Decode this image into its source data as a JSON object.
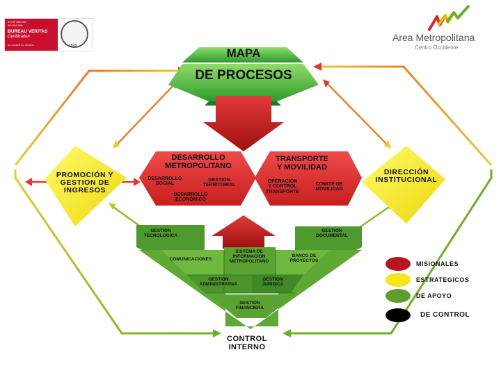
{
  "certification": {
    "lines": [
      "NTCGP 1000:2009",
      "ISO 9001:2008"
    ],
    "name": "BUREAU VERITAS",
    "subtitle": "Certification",
    "footer": "No. CO12345   No. CO12346",
    "seal_year": "1828",
    "accent_color": "#c8102e"
  },
  "brand": {
    "name": "Area Metropolitana",
    "subtitle": "Centro Occidente",
    "colors": [
      "#e31e24",
      "#f2b705",
      "#6ab023"
    ]
  },
  "header": {
    "title_line1": "MAPA",
    "title_line2": "DE PROCESOS"
  },
  "strategic": {
    "left": "PROMOCIÓN Y\nGESTION DE\nINGRESOS",
    "right": "DIRECCIÓN\nINSTITUCIONAL"
  },
  "missional": {
    "left": {
      "title": "DESARROLLO\nMETROPOLITANO",
      "items": [
        "DESARROLLO\nSOCIAL",
        "GESTION\nTERRITORIAL",
        "DESARROLLO\nECONOMICO"
      ]
    },
    "right": {
      "title": "TRANSPORTE\nY MOVILIDAD",
      "items": [
        "OPERACIÓN\nY CONTROL\nTRANSPORTE",
        "COMITÉ DE\nMOVILIDAD"
      ]
    }
  },
  "support": {
    "items": [
      "GESTION\nTECNOLOGICA",
      "GESTION\nDOCUMENTAL",
      "COMUNICACIONES",
      "SISTEMA DE\nINFORMACION\nMETROPOLITANO",
      "BANCO DE\nPROYECTOS",
      "GESTION\nADMINISTRATIVA",
      "GESTION\nJURIDICA",
      "GESTION\nFINANCIERA"
    ]
  },
  "control": {
    "label": "CONTROL\nINTERNO"
  },
  "legend": {
    "items": [
      {
        "label": "MISIONALES",
        "color": "#b8161f"
      },
      {
        "label": "ESTRATEGICOS",
        "color": "#f5e51c"
      },
      {
        "label": "DE APOYO",
        "color": "#5e9e2c"
      },
      {
        "label": "DE  CONTROL",
        "color": "#000000"
      }
    ]
  }
}
